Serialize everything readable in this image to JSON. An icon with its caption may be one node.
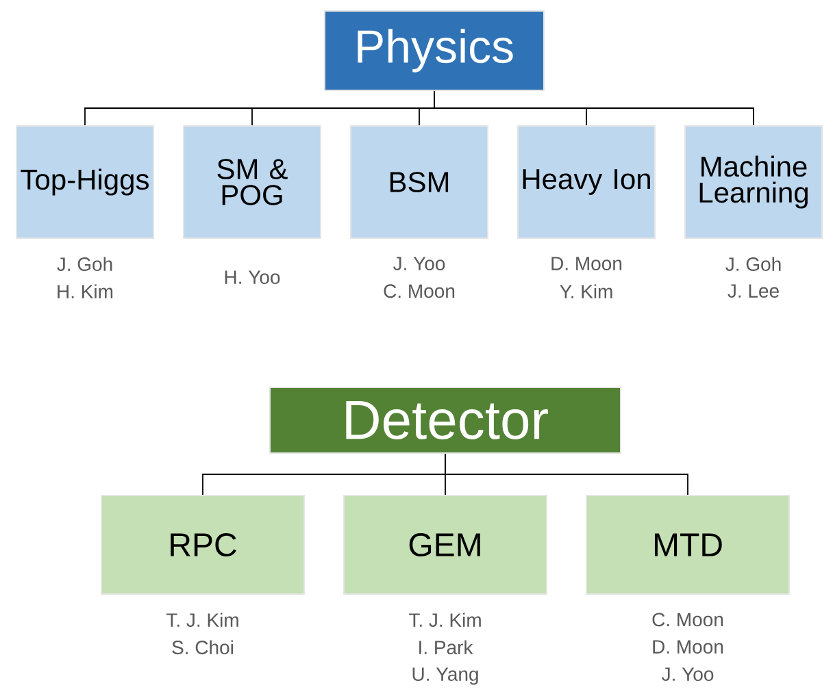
{
  "diagram": {
    "nodes": [
      {
        "text": [
          "Physics"
        ]
      },
      {
        "text": [
          "Top-Higgs"
        ],
        "beside": [
          "J. Goh",
          "H. Kim"
        ]
      },
      {
        "text": [
          "SM & POG"
        ],
        "beside": [
          "H. Yoo"
        ]
      },
      {
        "text": [
          "BSM"
        ],
        "beside": [
          "J. Yoo",
          "C. Moon"
        ]
      },
      {
        "text": [
          "Heavy Ion"
        ],
        "beside": [
          "D. Moon",
          "Y. Kim"
        ]
      },
      {
        "text": [
          "Machine Learning"
        ],
        "beside": [
          "J. Goh",
          "J. Lee"
        ]
      },
      {
        "text": [
          "Detector"
        ]
      },
      {
        "text": [
          "RPC"
        ],
        "beside": [
          "T. J. Kim",
          "S. Choi"
        ]
      },
      {
        "text": [
          "GEM"
        ],
        "beside": [
          "T. J. Kim",
          "I. Park",
          "U. Yang"
        ]
      },
      {
        "text": [
          "MTD"
        ],
        "beside": [
          "C. Moon",
          "D. Moon",
          "J. Yoo"
        ]
      }
    ],
    "edges": [
      {
        "from": 0,
        "to": 1,
        "arrow": "none"
      },
      {
        "from": 0,
        "to": 2,
        "arrow": "none"
      },
      {
        "from": 0,
        "to": 3,
        "arrow": "none"
      },
      {
        "from": 0,
        "to": 4,
        "arrow": "none"
      },
      {
        "from": 0,
        "to": 5,
        "arrow": "none"
      },
      {
        "from": 6,
        "to": 7,
        "arrow": "none"
      },
      {
        "from": 6,
        "to": 8,
        "arrow": "none"
      },
      {
        "from": 6,
        "to": 9,
        "arrow": "none"
      }
    ]
  }
}
